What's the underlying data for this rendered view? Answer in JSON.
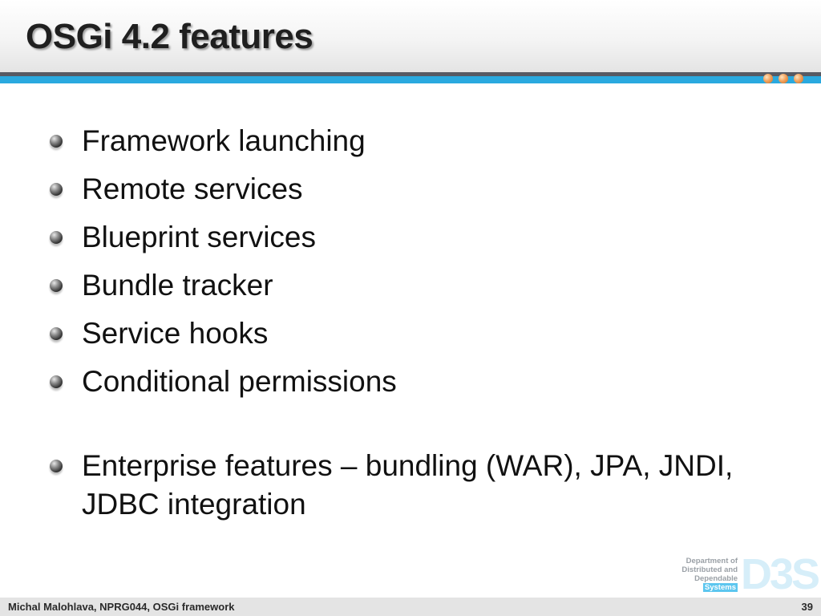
{
  "slide": {
    "title": "OSGi 4.2 features",
    "bullets": [
      "Framework launching",
      "Remote services",
      "Blueprint services",
      "Bundle tracker",
      "Service hooks",
      "Conditional permissions",
      "Enterprise features – bundling (WAR), JPA, JNDI, JDBC integration"
    ]
  },
  "logo": {
    "lines": [
      "Department of",
      "Distributed and",
      "Dependable",
      "Systems"
    ],
    "mark": "D3S"
  },
  "footer": {
    "left": "Michal Malohlava, NPRG044, OSGi framework",
    "page_number": "39"
  },
  "colors": {
    "accent_blue": "#2aa9df",
    "band_dark": "#575a63",
    "dot_orange": "#f2a25c"
  }
}
